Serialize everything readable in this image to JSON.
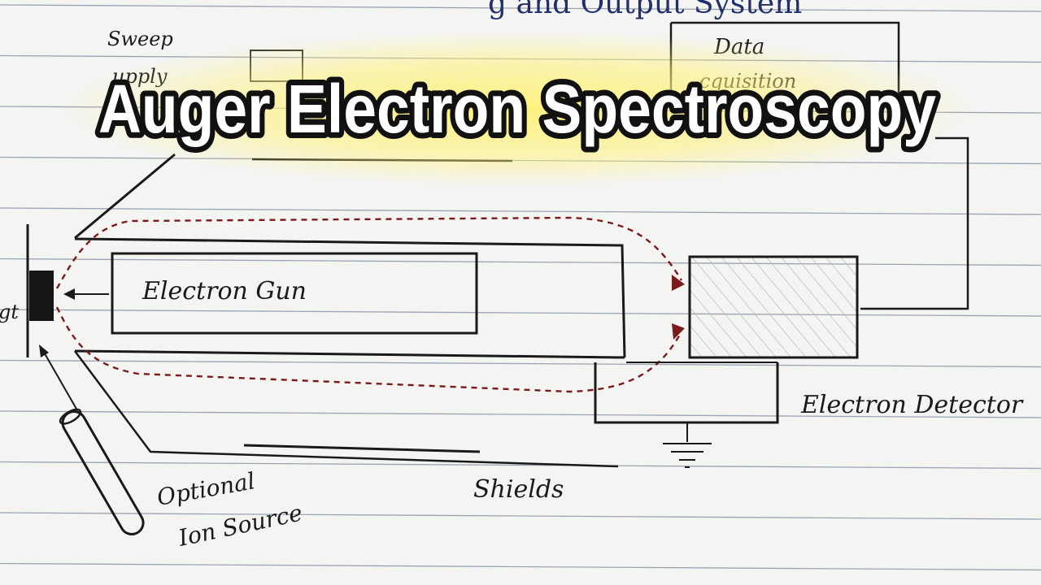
{
  "title": "Auger Electron Spectroscopy",
  "labels": {
    "sweep": "Sweep",
    "supply_fragment": "upply",
    "data": "Data",
    "acquisition_fragment": "cquisition",
    "electron_gun": "Electron Gun",
    "target_fragment": "gt",
    "electron_detector": "Electron Detector",
    "shields": "Shields",
    "optional": "Optional",
    "ion_source": "Ion Source",
    "top_heading_fragment": "g and Output System"
  },
  "colors": {
    "paper": "#f4f4f2",
    "ruled_line": "#9aa3b2",
    "ink": "#1a1a1a",
    "blue_ink": "#22306b",
    "dashed_path": "#7a1a1a",
    "title_glow": "#fff27a",
    "title_fill": "#ffffff",
    "title_stroke": "#111111"
  },
  "icons": {
    "ground": "ground-symbol-icon",
    "arrow": "arrow-head-icon"
  }
}
